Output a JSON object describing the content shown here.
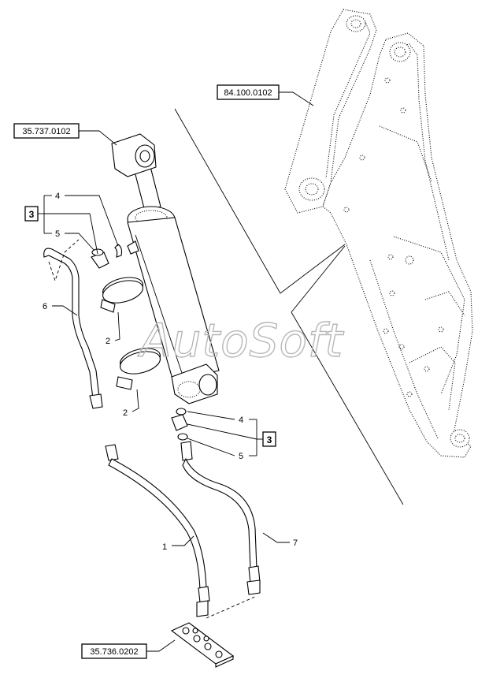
{
  "watermark": "AutoSoft",
  "reference_labels": {
    "arm_group": "84.100.0102",
    "cylinder_group": "35.737.0102",
    "plate_group": "35.736.0202"
  },
  "kit_label_top": "3",
  "kit_label_bottom": "3",
  "callouts": {
    "c1": "1",
    "c2a": "2",
    "c2b": "2",
    "c4a": "4",
    "c4b": "4",
    "c5a": "5",
    "c5b": "5",
    "c6": "6",
    "c7": "7"
  }
}
